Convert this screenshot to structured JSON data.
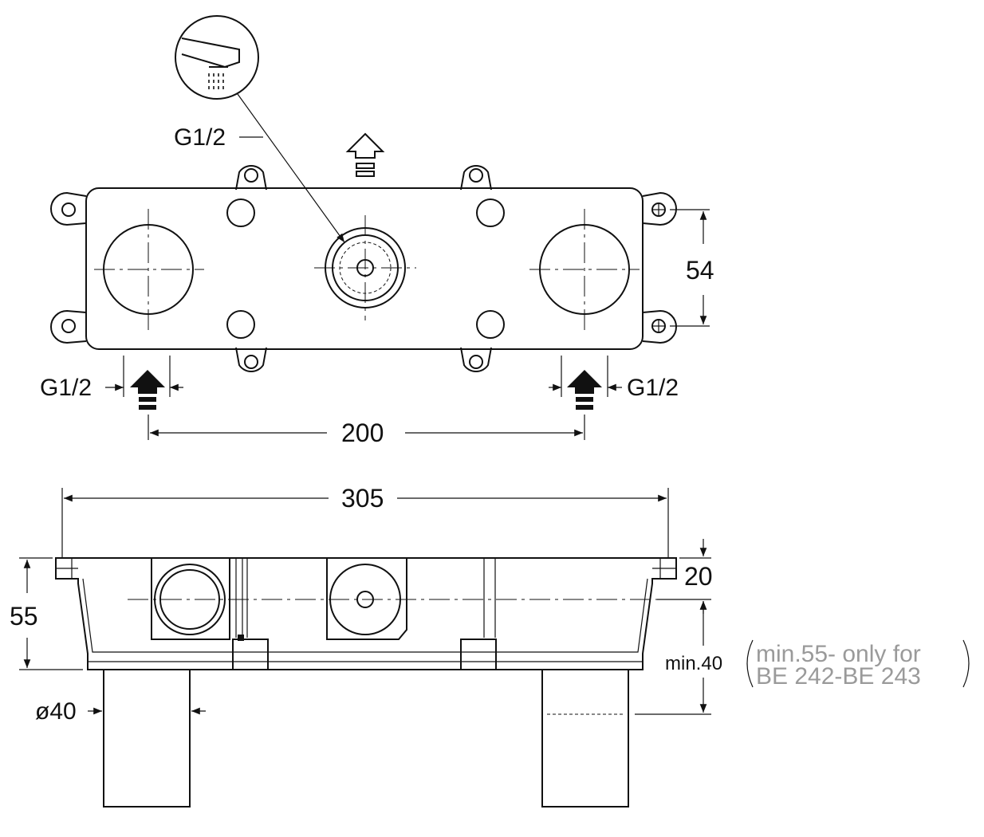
{
  "top_view": {
    "inlet_left_label": "G1/2",
    "inlet_right_label": "G1/2",
    "outlet_label": "G1/2",
    "dim_height": "54",
    "dim_spacing": "200"
  },
  "side_view": {
    "dim_width": "305",
    "dim_depth": "55",
    "dim_flange": "20",
    "dim_install_depth": "min.40",
    "note_line1": "min.55- only for",
    "note_line2": "BE 242-BE 243",
    "dim_pipe_diameter": "ø40"
  },
  "icons": [
    "shower-head-icon",
    "outlet-arrow-icon",
    "inlet-arrow-icon"
  ]
}
